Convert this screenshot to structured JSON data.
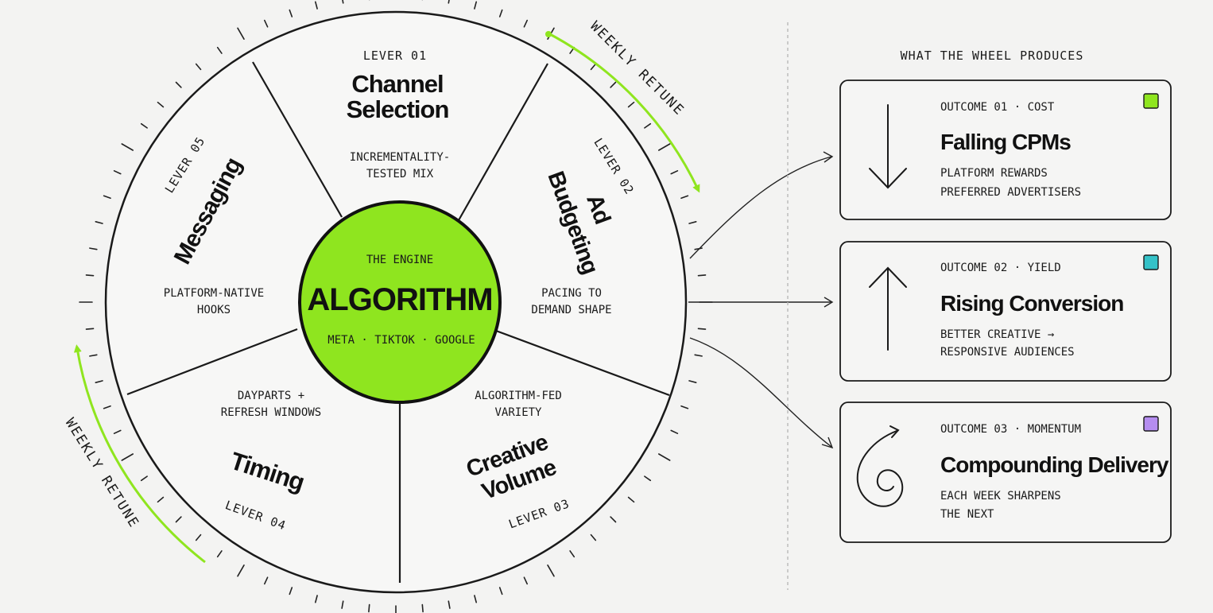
{
  "hub": {
    "kicker": "THE ENGINE",
    "title": "ALGORITHM",
    "platforms": "META · TIKTOK · GOOGLE",
    "color": "#8fe51f"
  },
  "levers": [
    {
      "tag": "LEVER 01",
      "title": [
        "Channel",
        "Selection"
      ],
      "desc": [
        "INCREMENTALITY-",
        "TESTED MIX"
      ]
    },
    {
      "tag": "LEVER 02",
      "title": [
        "Ad",
        "Budgeting"
      ],
      "desc": [
        "PACING TO",
        "DEMAND SHAPE"
      ]
    },
    {
      "tag": "LEVER 03",
      "title": [
        "Creative",
        "Volume"
      ],
      "desc": [
        "ALGORITHM-FED",
        "VARIETY"
      ]
    },
    {
      "tag": "LEVER 04",
      "title": [
        "Timing"
      ],
      "desc": [
        "DAYPARTS +",
        "REFRESH WINDOWS"
      ]
    },
    {
      "tag": "LEVER 05",
      "title": [
        "Messaging"
      ],
      "desc": [
        "PLATFORM-NATIVE",
        "HOOKS"
      ]
    }
  ],
  "retune": {
    "top": "WEEKLY RETUNE",
    "bottom": "WEEKLY RETUNE",
    "color": "#8fe51f"
  },
  "outcomes_heading": "WHAT THE WHEEL PRODUCES",
  "outcomes": [
    {
      "kicker": "OUTCOME 01 · COST",
      "title": "Falling CPMs",
      "desc": [
        "PLATFORM REWARDS",
        "PREFERRED ADVERTISERS"
      ],
      "color": "#8fe51f",
      "icon": "arrow-down-icon"
    },
    {
      "kicker": "OUTCOME 02 · YIELD",
      "title": "Rising Conversion",
      "desc": [
        "BETTER CREATIVE →",
        "RESPONSIVE AUDIENCES"
      ],
      "color": "#35c2c8",
      "icon": "arrow-up-icon"
    },
    {
      "kicker": "OUTCOME 03 · MOMENTUM",
      "title": "Compounding Delivery",
      "desc": [
        "EACH WEEK SHARPENS",
        "THE NEXT"
      ],
      "color": "#b58df0",
      "icon": "spiral-icon"
    }
  ]
}
